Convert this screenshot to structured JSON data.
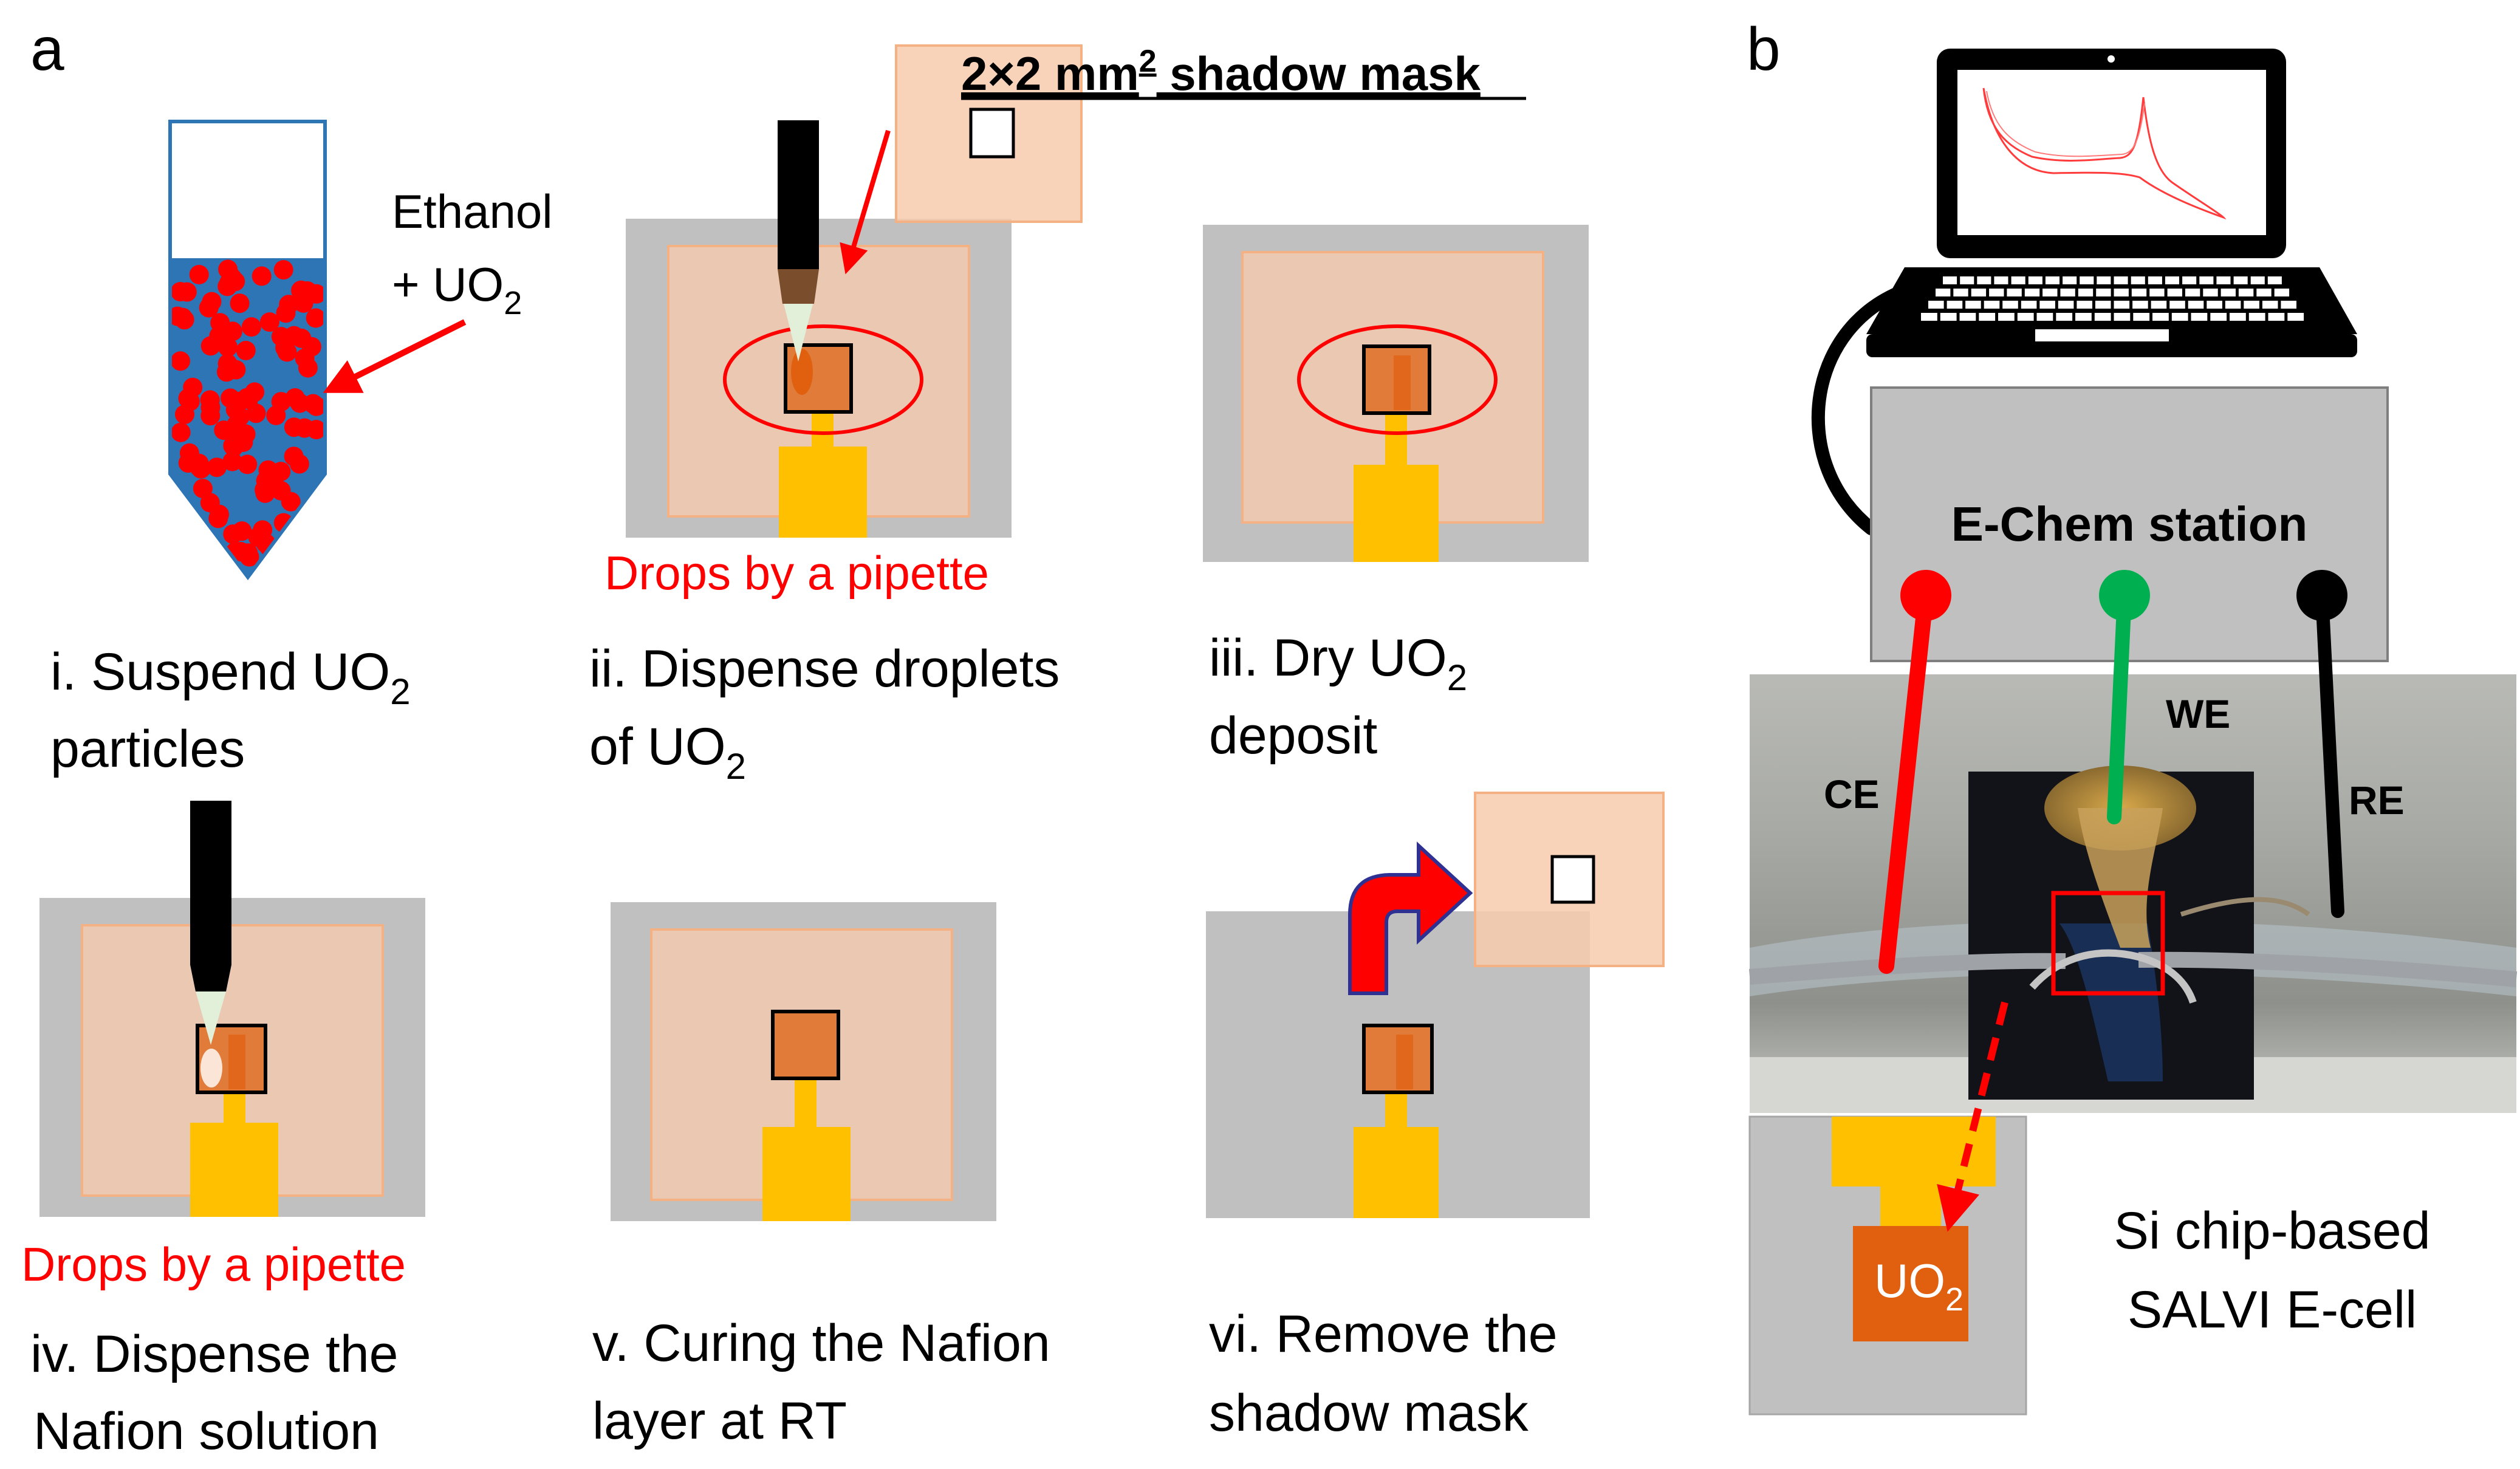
{
  "panel_a": {
    "label": "a",
    "ethanol_label": "Ethanol",
    "uo2_prefix": "+ UO",
    "step1": {
      "line1": "i. Suspend UO",
      "line2": "particles"
    },
    "mask_label": "2×2 mm",
    "mask_sup": "2",
    "mask_suffix": " shadow mask",
    "pipette_label_1": "Drops by a pipette",
    "step2": {
      "line1": "ii. Dispense droplets",
      "line2": "of UO"
    },
    "step3": {
      "line1": "iii. Dry UO",
      "line2": "deposit"
    },
    "pipette_label_2": "Drops by a pipette",
    "step4": {
      "line1": "iv. Dispense the",
      "line2": "Nafion solution"
    },
    "step5": {
      "line1": "v. Curing the Nafion",
      "line2": "layer at RT"
    },
    "step6": {
      "line1": "vi. Remove the",
      "line2": "shadow mask"
    },
    "subscript": "2"
  },
  "panel_b": {
    "label": "b",
    "station_label": "E-Chem station",
    "we": "WE",
    "ce": "CE",
    "re": "RE",
    "uo2": "UO",
    "chip_line1": "Si chip-based",
    "chip_line2": "SALVI E-cell"
  },
  "colors": {
    "gray": "#c0c0c0",
    "mask": "#f8cbad",
    "mask_edge": "#f4b183",
    "gold": "#ffc000",
    "uo2": "#e07b39",
    "uo2_dark": "#e06010",
    "red": "#ff0000",
    "blue": "#2e75b6",
    "green": "#00b050",
    "black": "#000000"
  }
}
